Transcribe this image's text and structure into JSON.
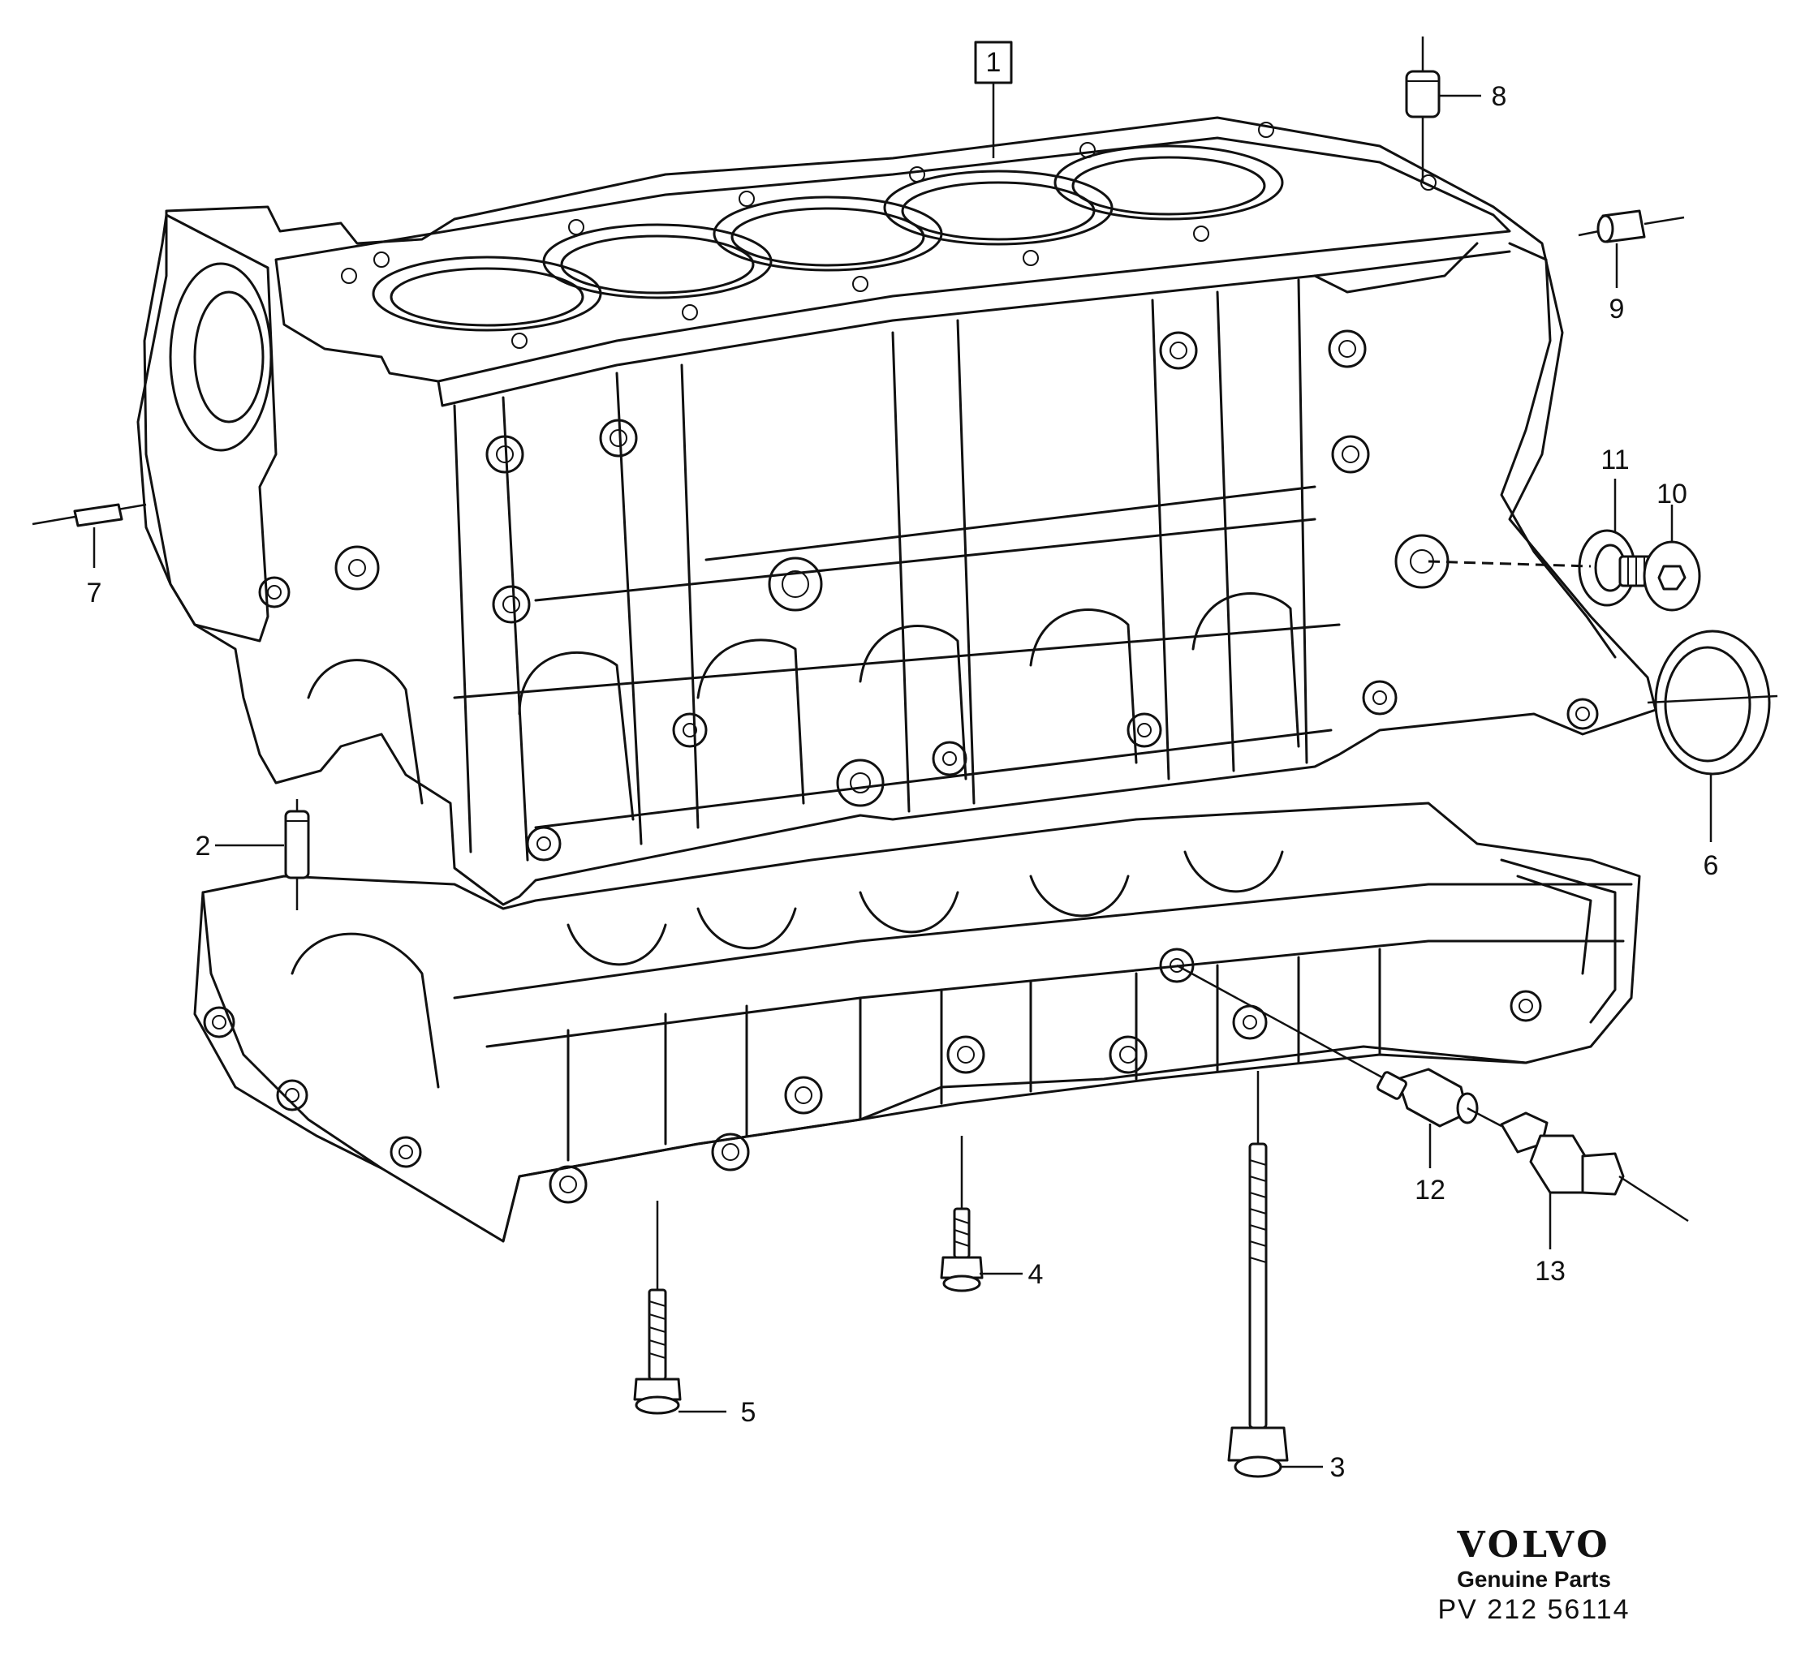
{
  "callouts": [
    {
      "id": "1",
      "boxed": true
    },
    {
      "id": "2"
    },
    {
      "id": "3"
    },
    {
      "id": "4"
    },
    {
      "id": "5"
    },
    {
      "id": "6"
    },
    {
      "id": "7"
    },
    {
      "id": "8"
    },
    {
      "id": "9"
    },
    {
      "id": "10"
    },
    {
      "id": "11"
    },
    {
      "id": "12"
    },
    {
      "id": "13"
    }
  ],
  "brand": {
    "logo_text": "VOLVO",
    "tagline": "Genuine Parts",
    "diagram_code": "PV 212  56114"
  },
  "colors": {
    "ink": "#111111",
    "paper": "#ffffff"
  }
}
